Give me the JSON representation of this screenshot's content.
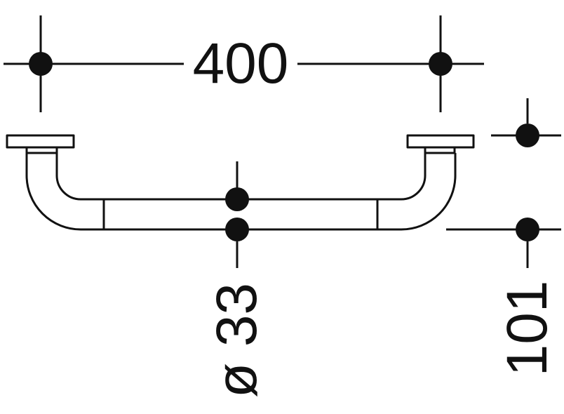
{
  "drawing": {
    "width_dimension": "400",
    "diameter_dimension": "ø 33",
    "height_dimension": "101"
  },
  "colors": {
    "ink": "#111111",
    "background": "#ffffff"
  }
}
